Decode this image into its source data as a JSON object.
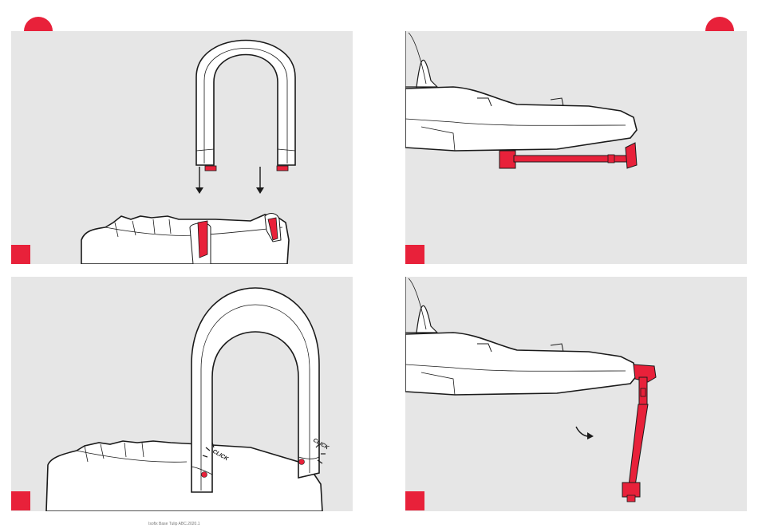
{
  "colors": {
    "accent": "#e8213a",
    "panel_bg": "#e6e6e6",
    "outline": "#1a1a1a",
    "part_fill": "#ffffff"
  },
  "icons": {
    "page_dot": "red-circle-icon",
    "step_marker": "red-square-icon",
    "arrow": "arrow-down-icon",
    "rotate": "curved-arrow-icon"
  },
  "annotations": {
    "click_left": "CLICK",
    "click_right": "CLICK"
  },
  "footer": {
    "doc_id": "Isofix Base Tulip ABC.2020.1"
  }
}
